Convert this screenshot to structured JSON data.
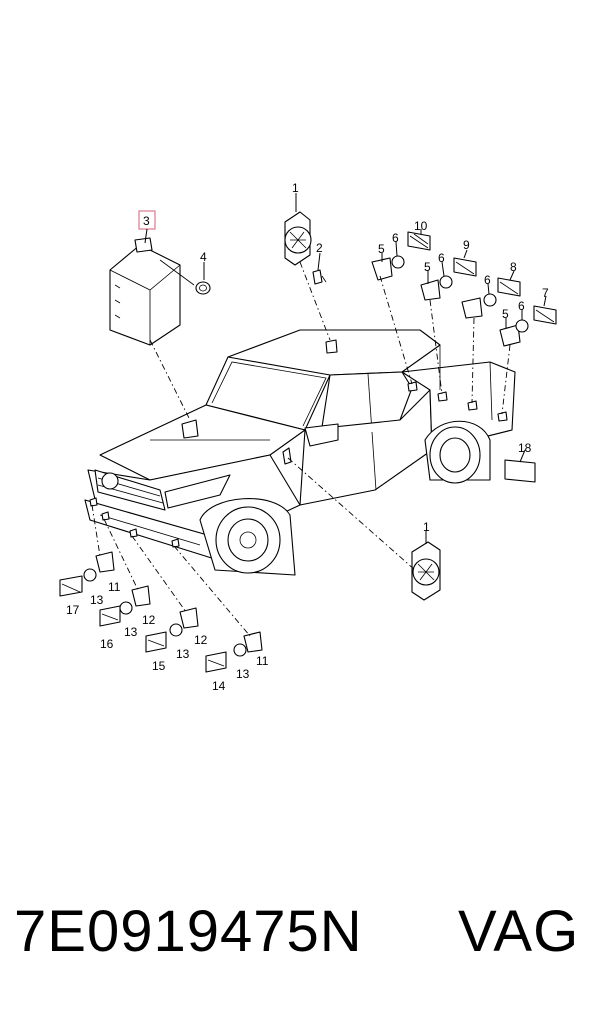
{
  "diagram": {
    "highlight_color": "#e07a8a",
    "callouts": {
      "c1_top": "1",
      "c2": "2",
      "c3": "3",
      "c4": "4",
      "c10": "10",
      "c5a": "5",
      "c6a": "6",
      "c9": "9",
      "c5b": "5",
      "c6b": "6",
      "c8": "8",
      "c6c": "6",
      "c7": "7",
      "c5c": "5",
      "c6d": "6",
      "c18": "18",
      "c1_mid": "1",
      "c11a": "11",
      "c17": "17",
      "c13a": "13",
      "c12a": "12",
      "c16": "16",
      "c13b": "13",
      "c12b": "12",
      "c15": "15",
      "c13c": "13",
      "c11b": "11",
      "c14": "14",
      "c13d": "13"
    }
  },
  "footer": {
    "part_number": "7E0919475N",
    "brand": "VAG"
  }
}
